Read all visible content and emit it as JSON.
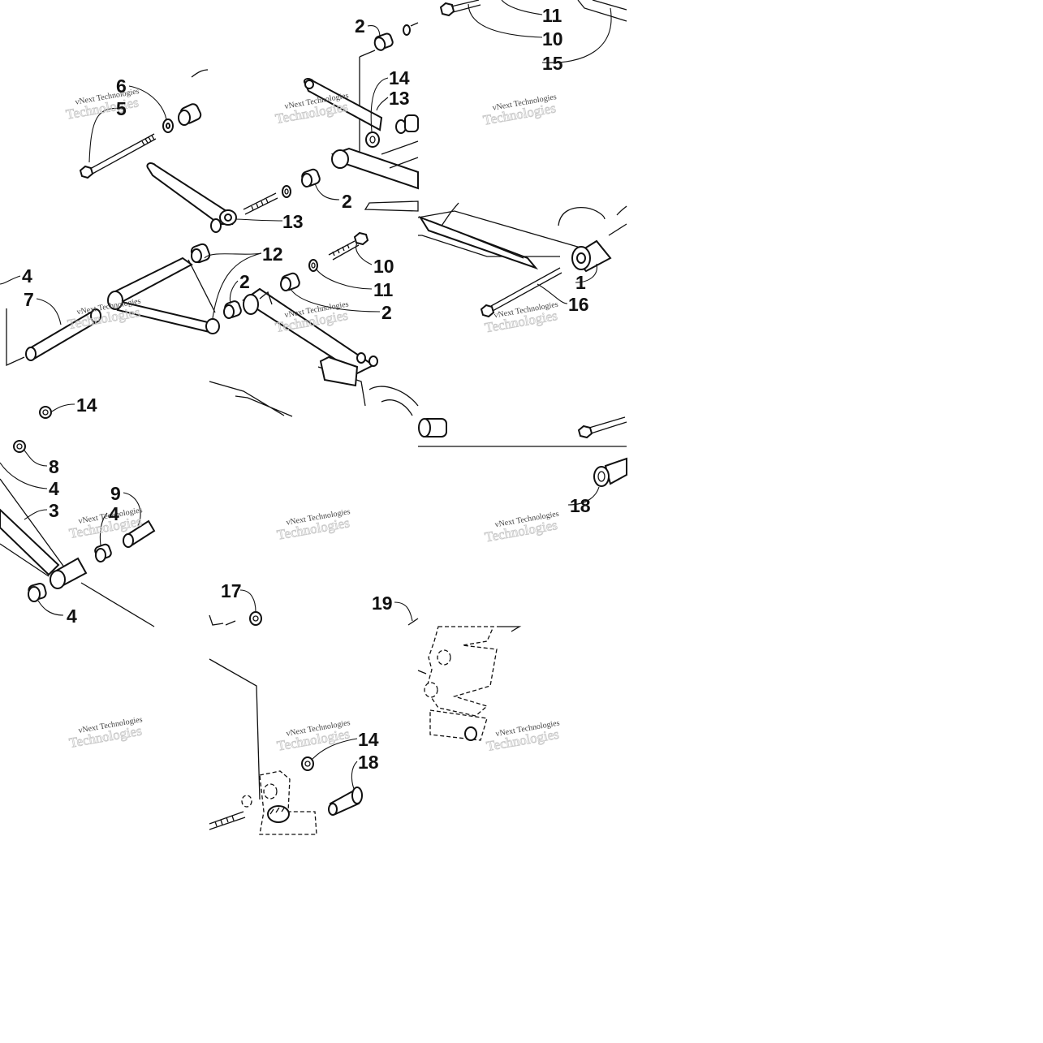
{
  "callouts": [
    {
      "id": "c1",
      "text": "11"
    },
    {
      "id": "c2",
      "text": "10"
    },
    {
      "id": "c3",
      "text": "15"
    },
    {
      "id": "c4",
      "text": "2"
    },
    {
      "id": "c5",
      "text": "6"
    },
    {
      "id": "c6",
      "text": "5"
    },
    {
      "id": "c7",
      "text": "14"
    },
    {
      "id": "c8",
      "text": "13"
    },
    {
      "id": "c9",
      "text": "2"
    },
    {
      "id": "c10",
      "text": "13"
    },
    {
      "id": "c11",
      "text": "12"
    },
    {
      "id": "c12",
      "text": "10"
    },
    {
      "id": "c13",
      "text": "11"
    },
    {
      "id": "c14",
      "text": "2"
    },
    {
      "id": "c15",
      "text": "2"
    },
    {
      "id": "c16",
      "text": "4"
    },
    {
      "id": "c17",
      "text": "7"
    },
    {
      "id": "c18",
      "text": "1"
    },
    {
      "id": "c19",
      "text": "16"
    },
    {
      "id": "c20",
      "text": "14"
    },
    {
      "id": "c21",
      "text": "8"
    },
    {
      "id": "c22",
      "text": "4"
    },
    {
      "id": "c23",
      "text": "9"
    },
    {
      "id": "c24",
      "text": "3"
    },
    {
      "id": "c25",
      "text": "4"
    },
    {
      "id": "c26",
      "text": "4"
    },
    {
      "id": "c27",
      "text": "18"
    },
    {
      "id": "c28",
      "text": "17"
    },
    {
      "id": "c29",
      "text": "19"
    },
    {
      "id": "c30",
      "text": "14"
    },
    {
      "id": "c31",
      "text": "18"
    }
  ],
  "watermark": {
    "line1": "vNext Technologies",
    "line2": "Technologies"
  }
}
